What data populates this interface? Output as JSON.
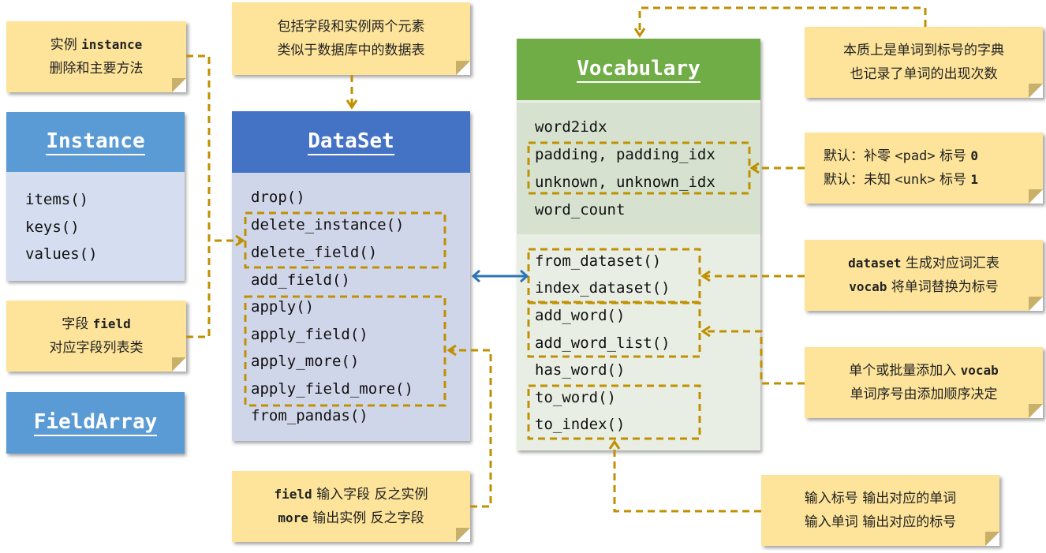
{
  "notes": {
    "instance_note": {
      "line1_cn": "实例",
      "line1_code": "instance",
      "line2": "删除和主要方法"
    },
    "field_note": {
      "line1_cn": "字段",
      "line1_code": "field",
      "line2": "对应字段列表类"
    },
    "dataset_note": {
      "line1": "包括字段和实例两个元素",
      "line2": "类似于数据库中的数据表"
    },
    "apply_note": {
      "line1_code": "field",
      "line1": "输入字段  反之实例",
      "line2_code": "more",
      "line2": "输出实例  反之字段"
    },
    "vocab_note": {
      "line1": "本质上是单词到标号的字典",
      "line2": "也记录了单词的出现次数"
    },
    "default_note": {
      "line1_cn": "默认：补零",
      "line1_code": "<pad>",
      "line1_tail": "标号",
      "line1_num": "0",
      "line2_cn": "默认：未知",
      "line2_code": "<unk>",
      "line2_tail": "标号",
      "line2_num": "1"
    },
    "dataset_vocab_note": {
      "line1_code": "dataset",
      "line1": "生成对应词汇表",
      "line2_code": "vocab",
      "line2": "将单词替换为标号"
    },
    "add_note": {
      "line1": "单个或批量添加入",
      "line1_code": "vocab",
      "line2": "单词序号由添加顺序决定"
    },
    "convert_note": {
      "line1": "输入标号  输出对应的单词",
      "line2": "输入单词  输出对应的标号"
    }
  },
  "classes": {
    "instance": {
      "title": "Instance",
      "methods": [
        "items()",
        "keys()",
        "values()"
      ],
      "color": "#5b9bd5"
    },
    "fieldarray": {
      "title": "FieldArray",
      "color": "#5b9bd5"
    },
    "dataset": {
      "title": "DataSet",
      "color": "#4472c4",
      "methods": [
        "drop()",
        "delete_instance()",
        "delete_field()",
        "add_field()",
        "apply()",
        "apply_field()",
        "apply_more()",
        "apply_field_more()",
        "from_pandas()"
      ]
    },
    "vocabulary": {
      "title": "Vocabulary",
      "color": "#70ad47",
      "attributes": [
        "word2idx",
        "padding, padding_idx",
        "unknown, unknown_idx",
        "word_count"
      ],
      "methods": [
        "from_dataset()",
        "index_dataset()",
        "add_word()",
        "add_word_list()",
        "has_word()",
        "to_word()",
        "to_index()"
      ]
    }
  },
  "colors": {
    "connector": "#bf9000",
    "bidirectional_arrow": "#2e75b6",
    "note_bg": "#fde49a"
  }
}
